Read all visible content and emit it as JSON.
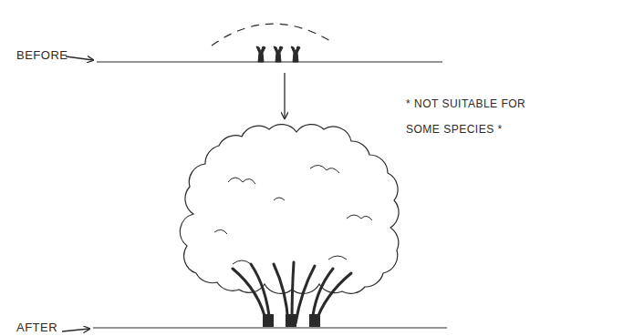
{
  "diagram": {
    "labels": [
      "BEFORE",
      "AFTER",
      "* NOT SUITABLE FOR SOME SPECIES *"
    ]
  }
}
